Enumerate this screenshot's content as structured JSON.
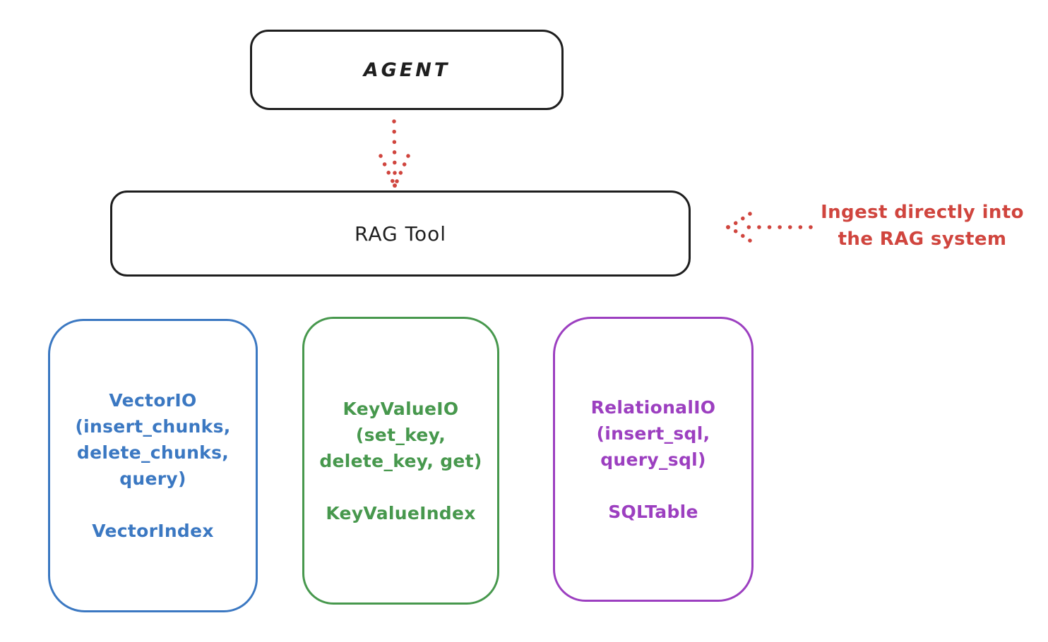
{
  "diagram": {
    "agent": {
      "label": "AGENT"
    },
    "rag_tool": {
      "label": "RAG Tool"
    },
    "annotation": {
      "line1": "Ingest directly into",
      "line2": "the RAG system",
      "color": "#d0453e"
    },
    "arrows": [
      {
        "name": "agent-to-rag-tool",
        "style": "dotted",
        "direction": "down",
        "color": "#d0453e"
      },
      {
        "name": "annotation-to-rag-tool",
        "style": "dotted",
        "direction": "left",
        "color": "#d0453e"
      }
    ],
    "io_boxes": [
      {
        "name": "vector-io",
        "color": "#3b78c2",
        "lines": [
          "VectorIO",
          "(insert_chunks,",
          "delete_chunks,",
          "query)"
        ],
        "index_label": "VectorIndex"
      },
      {
        "name": "keyvalue-io",
        "color": "#47984d",
        "lines": [
          "KeyValueIO",
          "(set_key,",
          "delete_key, get)"
        ],
        "index_label": "KeyValueIndex"
      },
      {
        "name": "relational-io",
        "color": "#9c3fc0",
        "lines": [
          "RelationalIO",
          "(insert_sql,",
          "query_sql)"
        ],
        "index_label": "SQLTable"
      }
    ],
    "stroke_colors": {
      "black": "#1e1e1e",
      "red": "#d0453e",
      "blue": "#3b78c2",
      "green": "#47984d",
      "purple": "#9c3fc0"
    }
  }
}
